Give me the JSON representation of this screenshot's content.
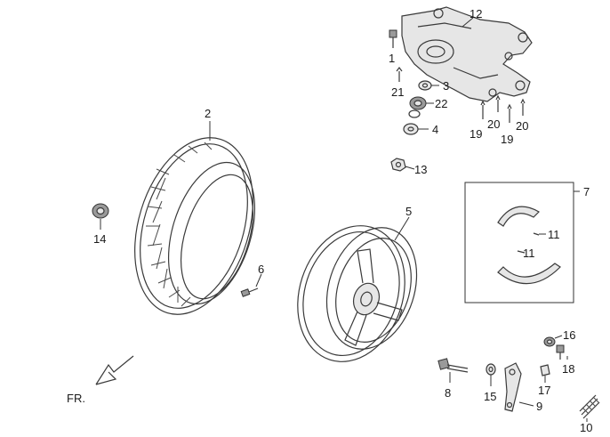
{
  "callouts": {
    "c1": "1",
    "c2": "2",
    "c3": "3",
    "c4": "4",
    "c5": "5",
    "c6": "6",
    "c7": "7",
    "c8": "8",
    "c9": "9",
    "c10": "10",
    "c11a": "11",
    "c11b": "11",
    "c12": "12",
    "c13": "13",
    "c14": "14",
    "c15": "15",
    "c16": "16",
    "c17": "17",
    "c18": "18",
    "c19a": "19",
    "c19b": "19",
    "c20a": "20",
    "c20b": "20",
    "c21": "21",
    "c22": "22"
  },
  "front_label": "FR."
}
